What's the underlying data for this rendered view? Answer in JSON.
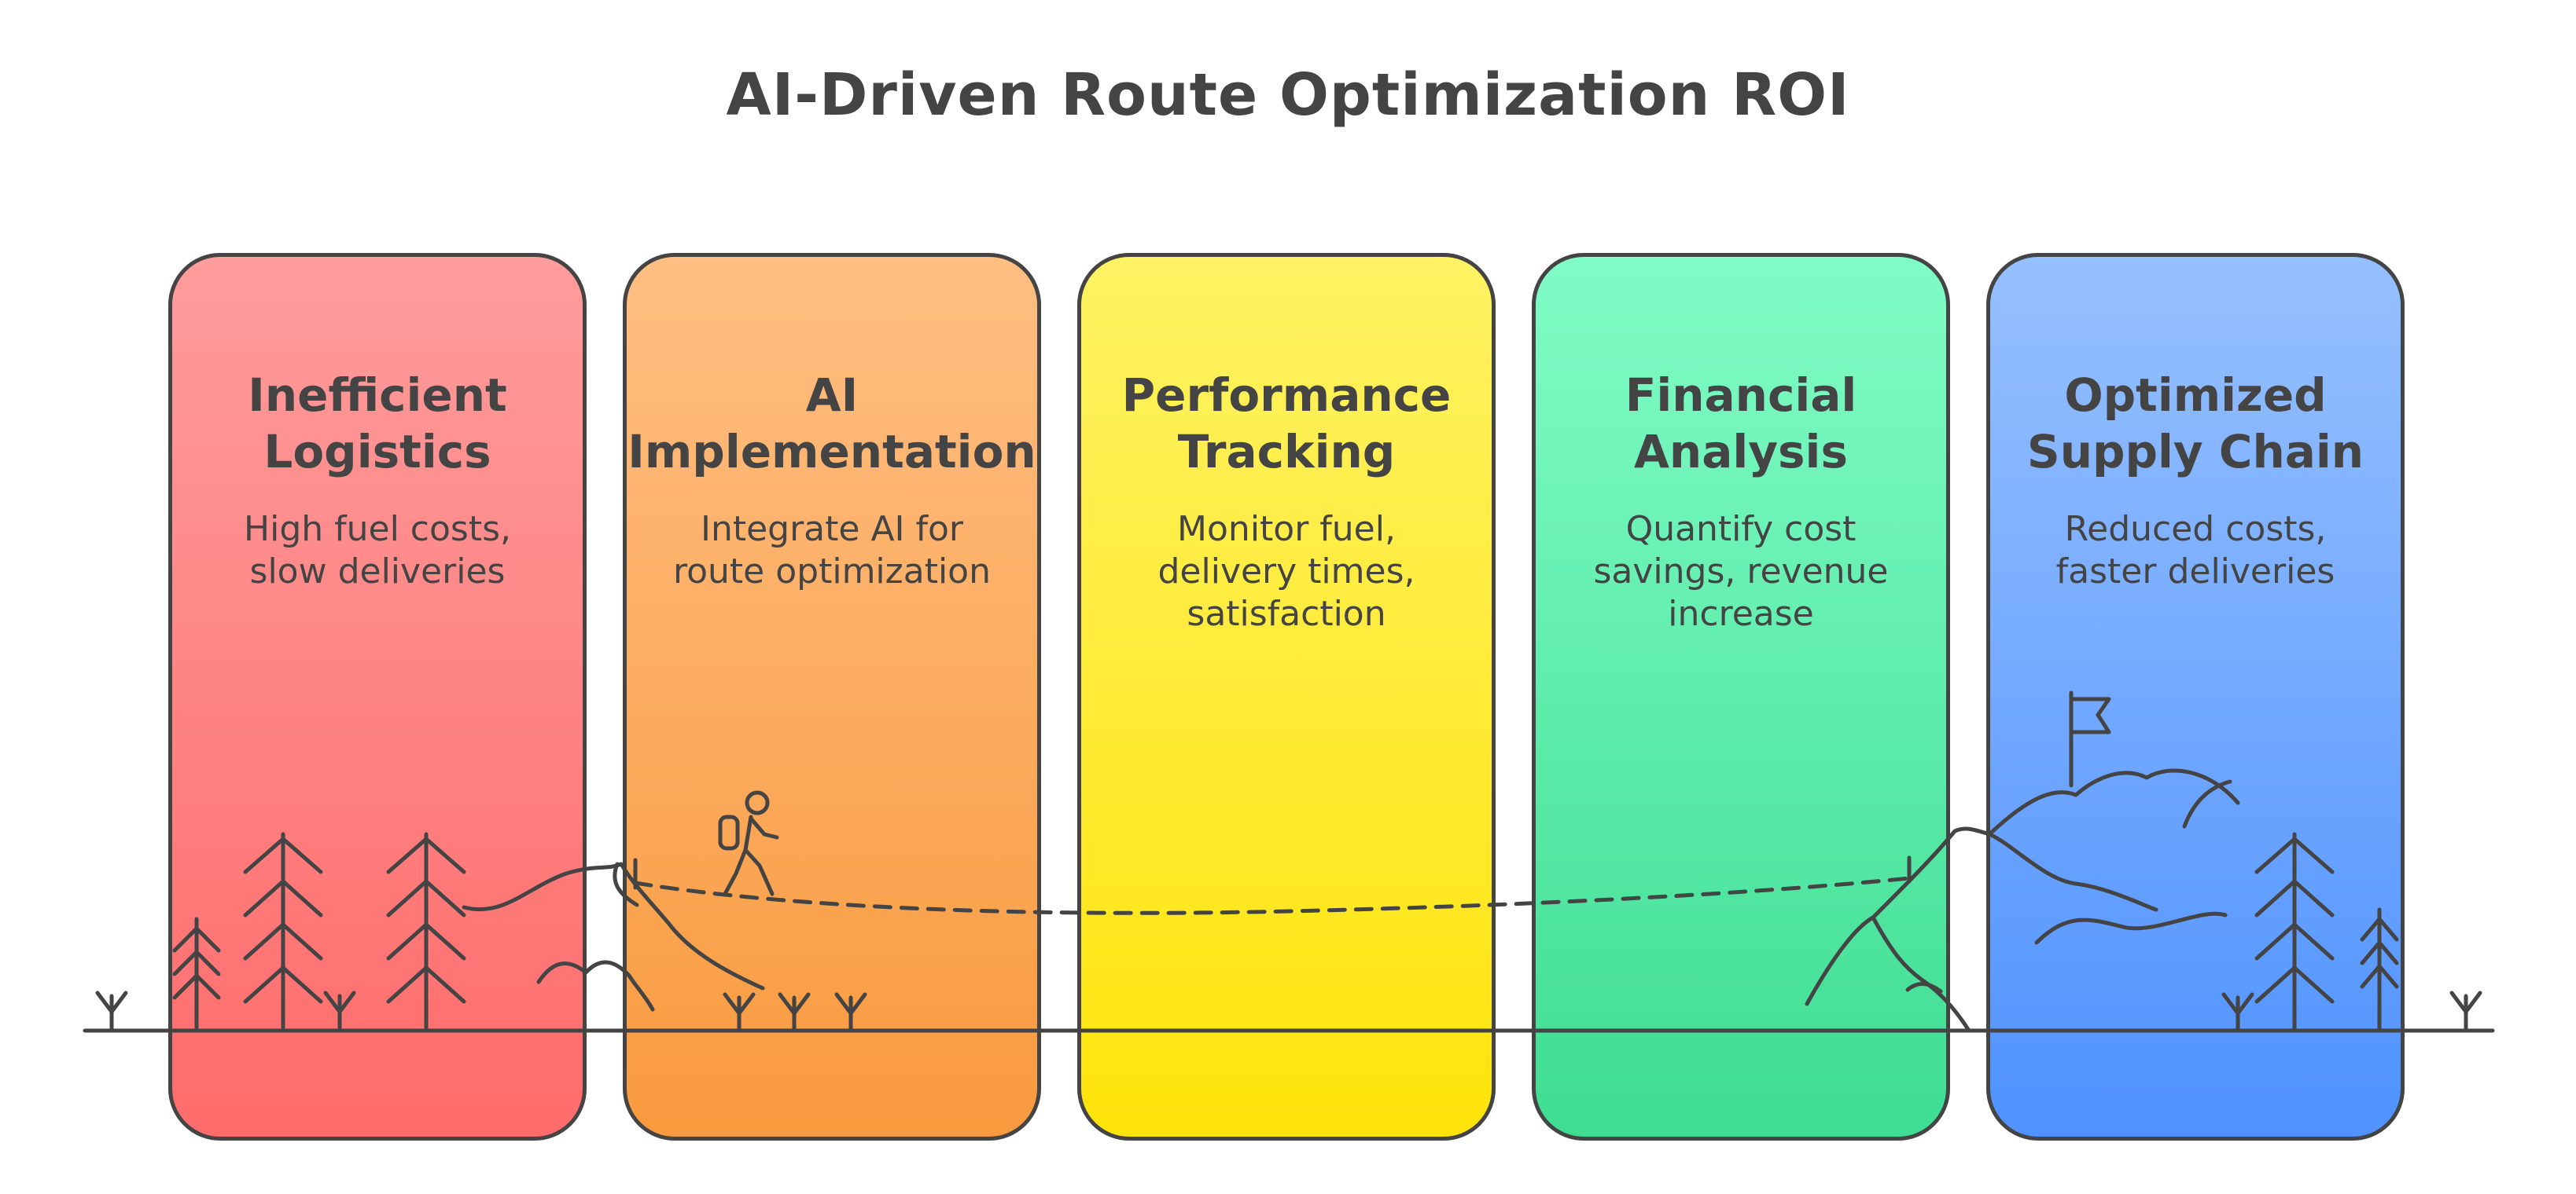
{
  "title": "AI-Driven Route Optimization ROI",
  "stages": [
    {
      "title_line1": "Inefficient",
      "title_line2": "Logistics",
      "desc_line1": "High fuel costs,",
      "desc_line2": "slow deliveries",
      "desc_line3": "",
      "color_top": "#FF9C9C",
      "color_bottom": "#FF6B6B"
    },
    {
      "title_line1": "AI",
      "title_line2": "Implementation",
      "desc_line1": "Integrate AI for",
      "desc_line2": "route optimization",
      "desc_line3": "",
      "color_top": "#FFBE82",
      "color_bottom": "#F99A3E"
    },
    {
      "title_line1": "Performance",
      "title_line2": "Tracking",
      "desc_line1": "Monitor fuel,",
      "desc_line2": "delivery times,",
      "desc_line3": "satisfaction",
      "color_top": "#FFF263",
      "color_bottom": "#FFE40A"
    },
    {
      "title_line1": "Financial",
      "title_line2": "Analysis",
      "desc_line1": "Quantify cost",
      "desc_line2": "savings, revenue",
      "desc_line3": "increase",
      "color_top": "#80FCC6",
      "color_bottom": "#3EDD92"
    },
    {
      "title_line1": "Optimized",
      "title_line2": "Supply Chain",
      "desc_line1": "Reduced costs,",
      "desc_line2": "faster deliveries",
      "desc_line3": "",
      "color_top": "#96C0FF",
      "color_bottom": "#4F92FF"
    }
  ],
  "icons": {
    "hiker": "hiker-icon",
    "flag": "flag-icon",
    "trees": "pine-tree-icon",
    "mountains": "mountain-icon",
    "path": "dashed-path"
  },
  "stroke_color": "#444444"
}
